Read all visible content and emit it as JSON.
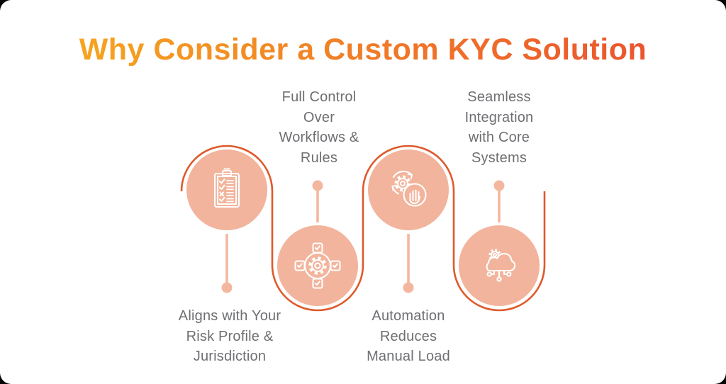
{
  "title": {
    "text": "Why Consider a Custom KYC Solution",
    "gradient_start": "#F6A71F",
    "gradient_end": "#EA5230"
  },
  "items": [
    {
      "label": "Aligns with Your\nRisk Profile &\nJurisdiction",
      "icon": "clipboard-checklist-icon",
      "circle_position": "top",
      "label_position": "below"
    },
    {
      "label": "Full Control\nOver\nWorkflows &\nRules",
      "icon": "workflow-gear-icon",
      "circle_position": "bottom",
      "label_position": "above"
    },
    {
      "label": "Automation\nReduces\nManual Load",
      "icon": "automation-hand-icon",
      "circle_position": "top",
      "label_position": "below"
    },
    {
      "label": "Seamless\nIntegration\nwith Core\nSystems",
      "icon": "cloud-integration-icon",
      "circle_position": "bottom",
      "label_position": "above"
    }
  ],
  "colors": {
    "circle_fill": "#F2B49C",
    "serpentine_stroke": "#DE5A2B",
    "connector": "#F3B79F",
    "label_text": "#6E6F72",
    "icon_stroke": "#FFFFFF",
    "card_background": "#FFFFFF",
    "outer_background": "#060606"
  }
}
